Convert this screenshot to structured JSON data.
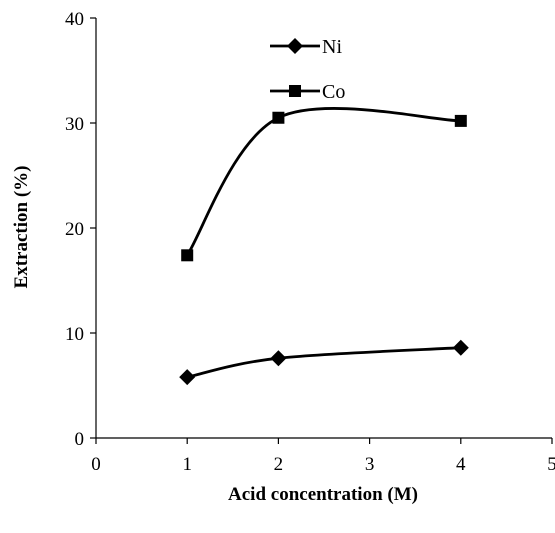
{
  "chart_data": {
    "type": "line",
    "title": "",
    "xlabel": "Acid concentration (M)",
    "ylabel": "Extraction (%)",
    "xlim": [
      0,
      5
    ],
    "ylim": [
      0,
      40
    ],
    "x_ticks": [
      0,
      1,
      2,
      3,
      4,
      5
    ],
    "y_ticks": [
      0,
      10,
      20,
      30,
      40
    ],
    "grid": false,
    "legend_position": "top-center",
    "series": [
      {
        "name": "Ni",
        "marker": "diamond",
        "color": "#000000",
        "x": [
          1,
          2,
          4
        ],
        "y": [
          5.8,
          7.6,
          8.6
        ]
      },
      {
        "name": "Co",
        "marker": "square",
        "color": "#000000",
        "x": [
          1,
          2,
          4
        ],
        "y": [
          17.4,
          30.5,
          30.2
        ]
      }
    ]
  }
}
